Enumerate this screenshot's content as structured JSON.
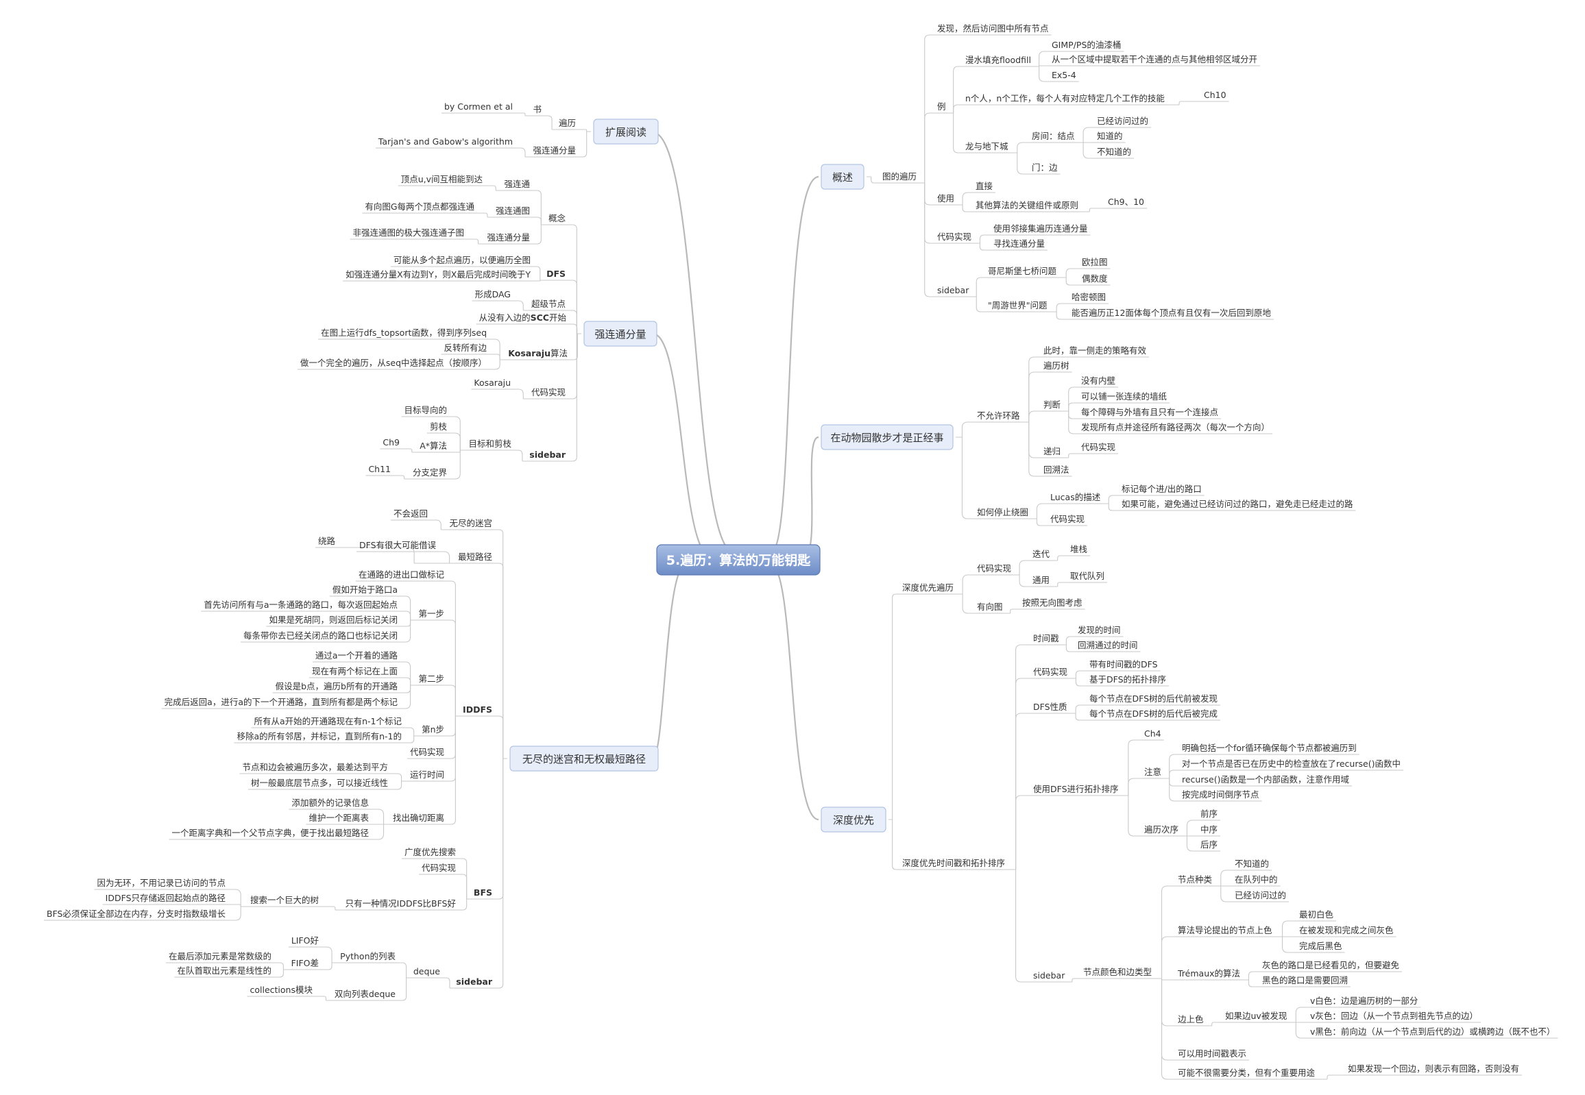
{
  "central": "5.遍历：算法的万能钥匙",
  "colors": {
    "root_fill_top": "#a9bfe4",
    "root_fill_bottom": "#6d8cc7",
    "topic_fill": "#e7eefa",
    "line": "#c7c7c7"
  },
  "topics": {
    "ext_reading": "扩展阅读",
    "scc": "强连通分量",
    "maze": "无尽的迷宫和无权最短路径",
    "overview": "概述",
    "zoo": "在动物园散步才是正经事",
    "depth": "深度优先"
  },
  "ext": {
    "traversal": "遍历",
    "book": "书",
    "cormen": "by Cormen et al",
    "scc": "强连通分量",
    "tarjan": "Tarjan's and Gabow's algorithm"
  },
  "scc": {
    "concept": "概念",
    "c1_label": "强连通",
    "c1_desc": "顶点u,v间互相能到达",
    "c2_label": "强连通图",
    "c2_desc": "有向图G每两个顶点都强连通",
    "c3_label": "强连通分量",
    "c3_desc": "非强连通图的极大强连通子图",
    "dfs": "DFS",
    "dfs1": "可能从多个起点遍历，以便遍历全图",
    "dfs2": "如强连通分量X有边到Y，则X最后完成时间晚于Y",
    "super": "超级节点",
    "dag": "形成DAG",
    "start_pre": "从没有入边的",
    "start_bold": "SCC",
    "start_post": "开始",
    "kosaraju_b": "Kosaraju",
    "kosaraju_post": "算法",
    "k1": "在图上运行dfs_topsort函数，得到序列seq",
    "k2": "反转所有边",
    "k3": "做一个完全的遍历，从seq中选择起点（按顺序）",
    "code": "代码实现",
    "code_k": "Kosaraju",
    "sidebar": "sidebar",
    "target_prune": "目标和剪枝",
    "goal": "目标导向的",
    "prune": "剪枝",
    "astar": "A*算法",
    "ch9": "Ch9",
    "bnb": "分支定界",
    "ch11": "Ch11"
  },
  "maze": {
    "endless": "无尽的迷宫",
    "noreturn": "不会返回",
    "shortest": "最短路径",
    "detour": "绕路",
    "dfsmay": "DFS有很大可能借误",
    "iddfs": "IDDFS",
    "mark_entry": "在通路的进出口做标记",
    "step1": "第一步",
    "s1a": "假如开始于路口a",
    "s1b": "首先访问所有与a一条通路的路口，每次返回起始点",
    "s1c": "如果是死胡同，则返回后标记关闭",
    "s1d": "每条带你去已经关闭点的路口也标记关闭",
    "step2": "第二步",
    "s2a": "通过a一个开着的通路",
    "s2b": "现在有两个标记在上面",
    "s2c": "假设是b点，遍历b所有的开通路",
    "s2d": "完成后返回a，进行a的下一个开通路，直到所有都是两个标记",
    "stepn": "第n步",
    "sna": "所有从a开始的开通路现在有n-1个标记",
    "snb": "移除a的所有邻居，并标记，直到所有n-1的",
    "code": "代码实现",
    "runtime": "运行时间",
    "rt1": "节点和边会被遍历多次，最差达到平方",
    "rt2": "树一般最底层节点多，可以接近线性",
    "find": "找出确切距离",
    "f1": "添加额外的记录信息",
    "f2": "维护一个距离表",
    "f3": "一个距离字典和一个父节点字典，便于找出最短路径",
    "bfs": "BFS",
    "bfs1": "广度优先搜索",
    "bfs2": "代码实现",
    "only": "只有一种情况IDDFS比BFS好",
    "search": "搜索一个巨大的树",
    "sr1": "因为无环，不用记录已访问的节点",
    "sr2": "IDDFS只存储返回起始点的路径",
    "sr3": "BFS必须保证全部边在内存，分支时指数级增长",
    "sidebar": "sidebar",
    "deque": "deque",
    "pylist": "Python的列表",
    "lifo": "LIFO好",
    "fifo": "FIFO差",
    "f_a": "在最后添加元素是常数级的",
    "f_b": "在队首取出元素是线性的",
    "dlist": "双向列表deque",
    "coll": "collections模块"
  },
  "overview": {
    "graph_trav": "图的遍历",
    "discover": "发现，然后访问图中所有节点",
    "example": "例",
    "flood": "漫水填充floodfill",
    "fl1": "GIMP/PS的油漆桶",
    "fl2": "从一个区域中提取若干个连通的点与其他相邻区域分开",
    "fl3": "Ex5-4",
    "nperson": "n个人，n个工作，每个人有对应特定几个工作的技能",
    "ch10": "Ch10",
    "dragon": "龙与地下城",
    "room": "房间：结点",
    "r1": "已经访问过的",
    "r2": "知道的",
    "r3": "不知道的",
    "door": "门：边",
    "use": "使用",
    "direct": "直接",
    "other": "其他算法的关键组件或原则",
    "ch9_10": "Ch9、10",
    "code": "代码实现",
    "code1": "使用邻接集遍历连通分量",
    "code2": "寻找连通分量",
    "sidebar": "sidebar",
    "konig": "哥尼斯堡七桥问题",
    "euler": "欧拉图",
    "parity": "偶数度",
    "world": "\"周游世界\"问题",
    "hamilton": "哈密顿图",
    "hq": "能否遍历正12面体每个顶点有且仅有一次后回到原地"
  },
  "zoo": {
    "noloop": "不允许环路",
    "nl1": "此时，靠一侧走的策略有效",
    "nl2": "遍历树",
    "judge": "判断",
    "j1": "没有内壁",
    "j2": "可以铺一张连续的墙纸",
    "j3": "每个障碍与外墙有且只有一个连接点",
    "j4": "发现所有点并途径所有路径两次（每次一个方向）",
    "recur": "递归",
    "recur_code": "代码实现",
    "backtrack": "回溯法",
    "stop": "如何停止绕圈",
    "lucas": "Lucas的描述",
    "lu1": "标记每个进/出的路口",
    "lu2": "如果可能，避免通过已经访问过的路口，避免走已经走过的路",
    "stop_code": "代码实现"
  },
  "depth": {
    "dft": "深度优先遍历",
    "code": "代码实现",
    "iter": "迭代",
    "stack": "堆栈",
    "general": "通用",
    "queue": "取代队列",
    "directed": "有向图",
    "undirected": "按照无向图考虑",
    "timestamps": "深度优先时间戳和拓扑排序",
    "time": "时间戳",
    "t1": "发现的时间",
    "t2": "回溯通过的时间",
    "code2": "代码实现",
    "c1": "带有时间戳的DFS",
    "c2": "基于DFS的拓扑排序",
    "prop": "DFS性质",
    "p1": "每个节点在DFS树的后代前被发现",
    "p2": "每个节点在DFS树的后代后被完成",
    "topo": "使用DFS进行拓扑排序",
    "ch4": "Ch4",
    "note": "注意",
    "n1": "明确包括一个for循环确保每个节点都被遍历到",
    "n2": "对一个节点是否已在历史中的检查放在了recurse()函数中",
    "n3": "recurse()函数是一个内部函数，注意作用域",
    "n4": "按完成时间倒序节点",
    "order": "遍历次序",
    "o1": "前序",
    "o2": "中序",
    "o3": "后序",
    "sidebar": "sidebar",
    "color": "节点颜色和边类型",
    "kind": "节点种类",
    "k1": "不知道的",
    "k2": "在队列中的",
    "k3": "已经访问过的",
    "algo": "算法导论提出的节点上色",
    "a1": "最初白色",
    "a2": "在被发现和完成之间灰色",
    "a3": "完成后黑色",
    "tre": "Trémaux的算法",
    "tr1": "灰色的路口是已经看见的，但要避免",
    "tr2": "黑色的路口是需要回溯",
    "edge": "边上色",
    "ifuv": "如果边uv被发现",
    "e1": "v白色：边是遍历树的一部分",
    "e2": "v灰色：回边（从一个节点到祖先节点的边）",
    "e3": "v黑色：前向边（从一个节点到后代的边）或横跨边（既不也不）",
    "ts": "可以用时间戳表示",
    "maybe": "可能不很需要分类，但有个重要用途",
    "maybe_r": "如果发现一个回边，则表示有回路，否则没有"
  }
}
